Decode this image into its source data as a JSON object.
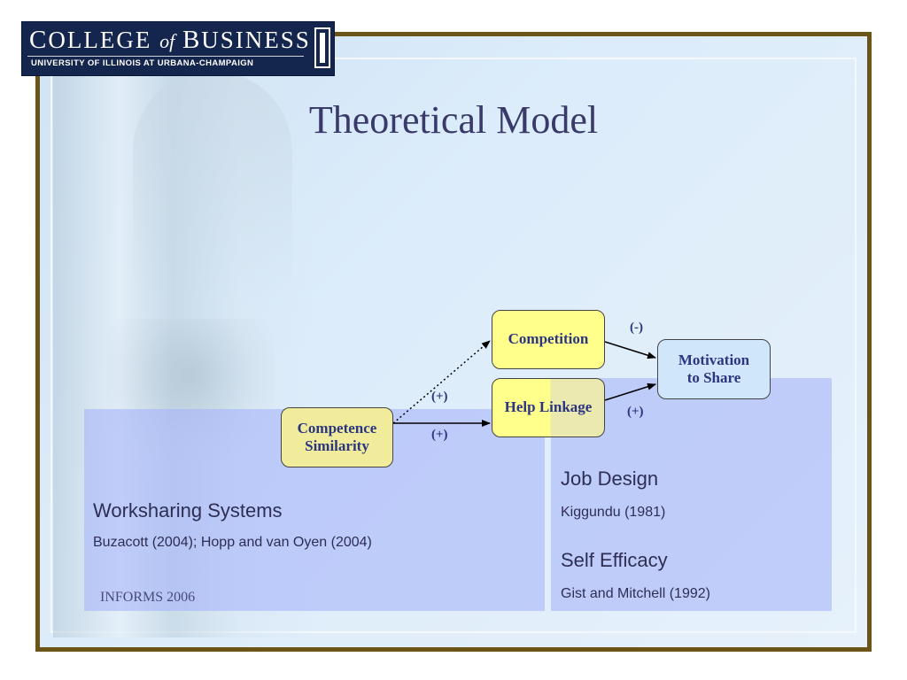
{
  "logo": {
    "line1_c": "C",
    "line1_ollege": "OLLEGE",
    "line1_of": "of",
    "line1_b": "B",
    "line1_usiness": "USINESS",
    "line2": "UNIVERSITY OF ILLINOIS AT URBANA-CHAMPAIGN"
  },
  "title": "Theoretical Model",
  "diagram": {
    "nodes": {
      "competence": [
        "Competence",
        "Similarity"
      ],
      "competition": "Competition",
      "help": "Help Linkage",
      "motivation": [
        "Motivation",
        "to Share"
      ]
    },
    "edge_labels": {
      "competence_to_competition": "(+)",
      "competence_to_help": "(+)",
      "competition_to_motivation": "(-)",
      "help_to_motivation": "(+)"
    }
  },
  "literature": {
    "left": {
      "heading": "Worksharing Systems",
      "refs": "Buzacott (2004); Hopp and van Oyen (2004)"
    },
    "right_1": {
      "heading": "Job Design",
      "refs": "Kiggundu (1981)"
    },
    "right_2": {
      "heading": "Self Efficacy",
      "refs": "Gist and Mitchell (1992)"
    }
  },
  "footer": "INFORMS 2006",
  "colors": {
    "frame": "#6b5418",
    "logo_bg": "#14264e",
    "node_yellow": "#ffff8c",
    "node_blue": "#cfe6fb",
    "panel": "#a5b4fa",
    "text_dark": "#2b3580"
  }
}
